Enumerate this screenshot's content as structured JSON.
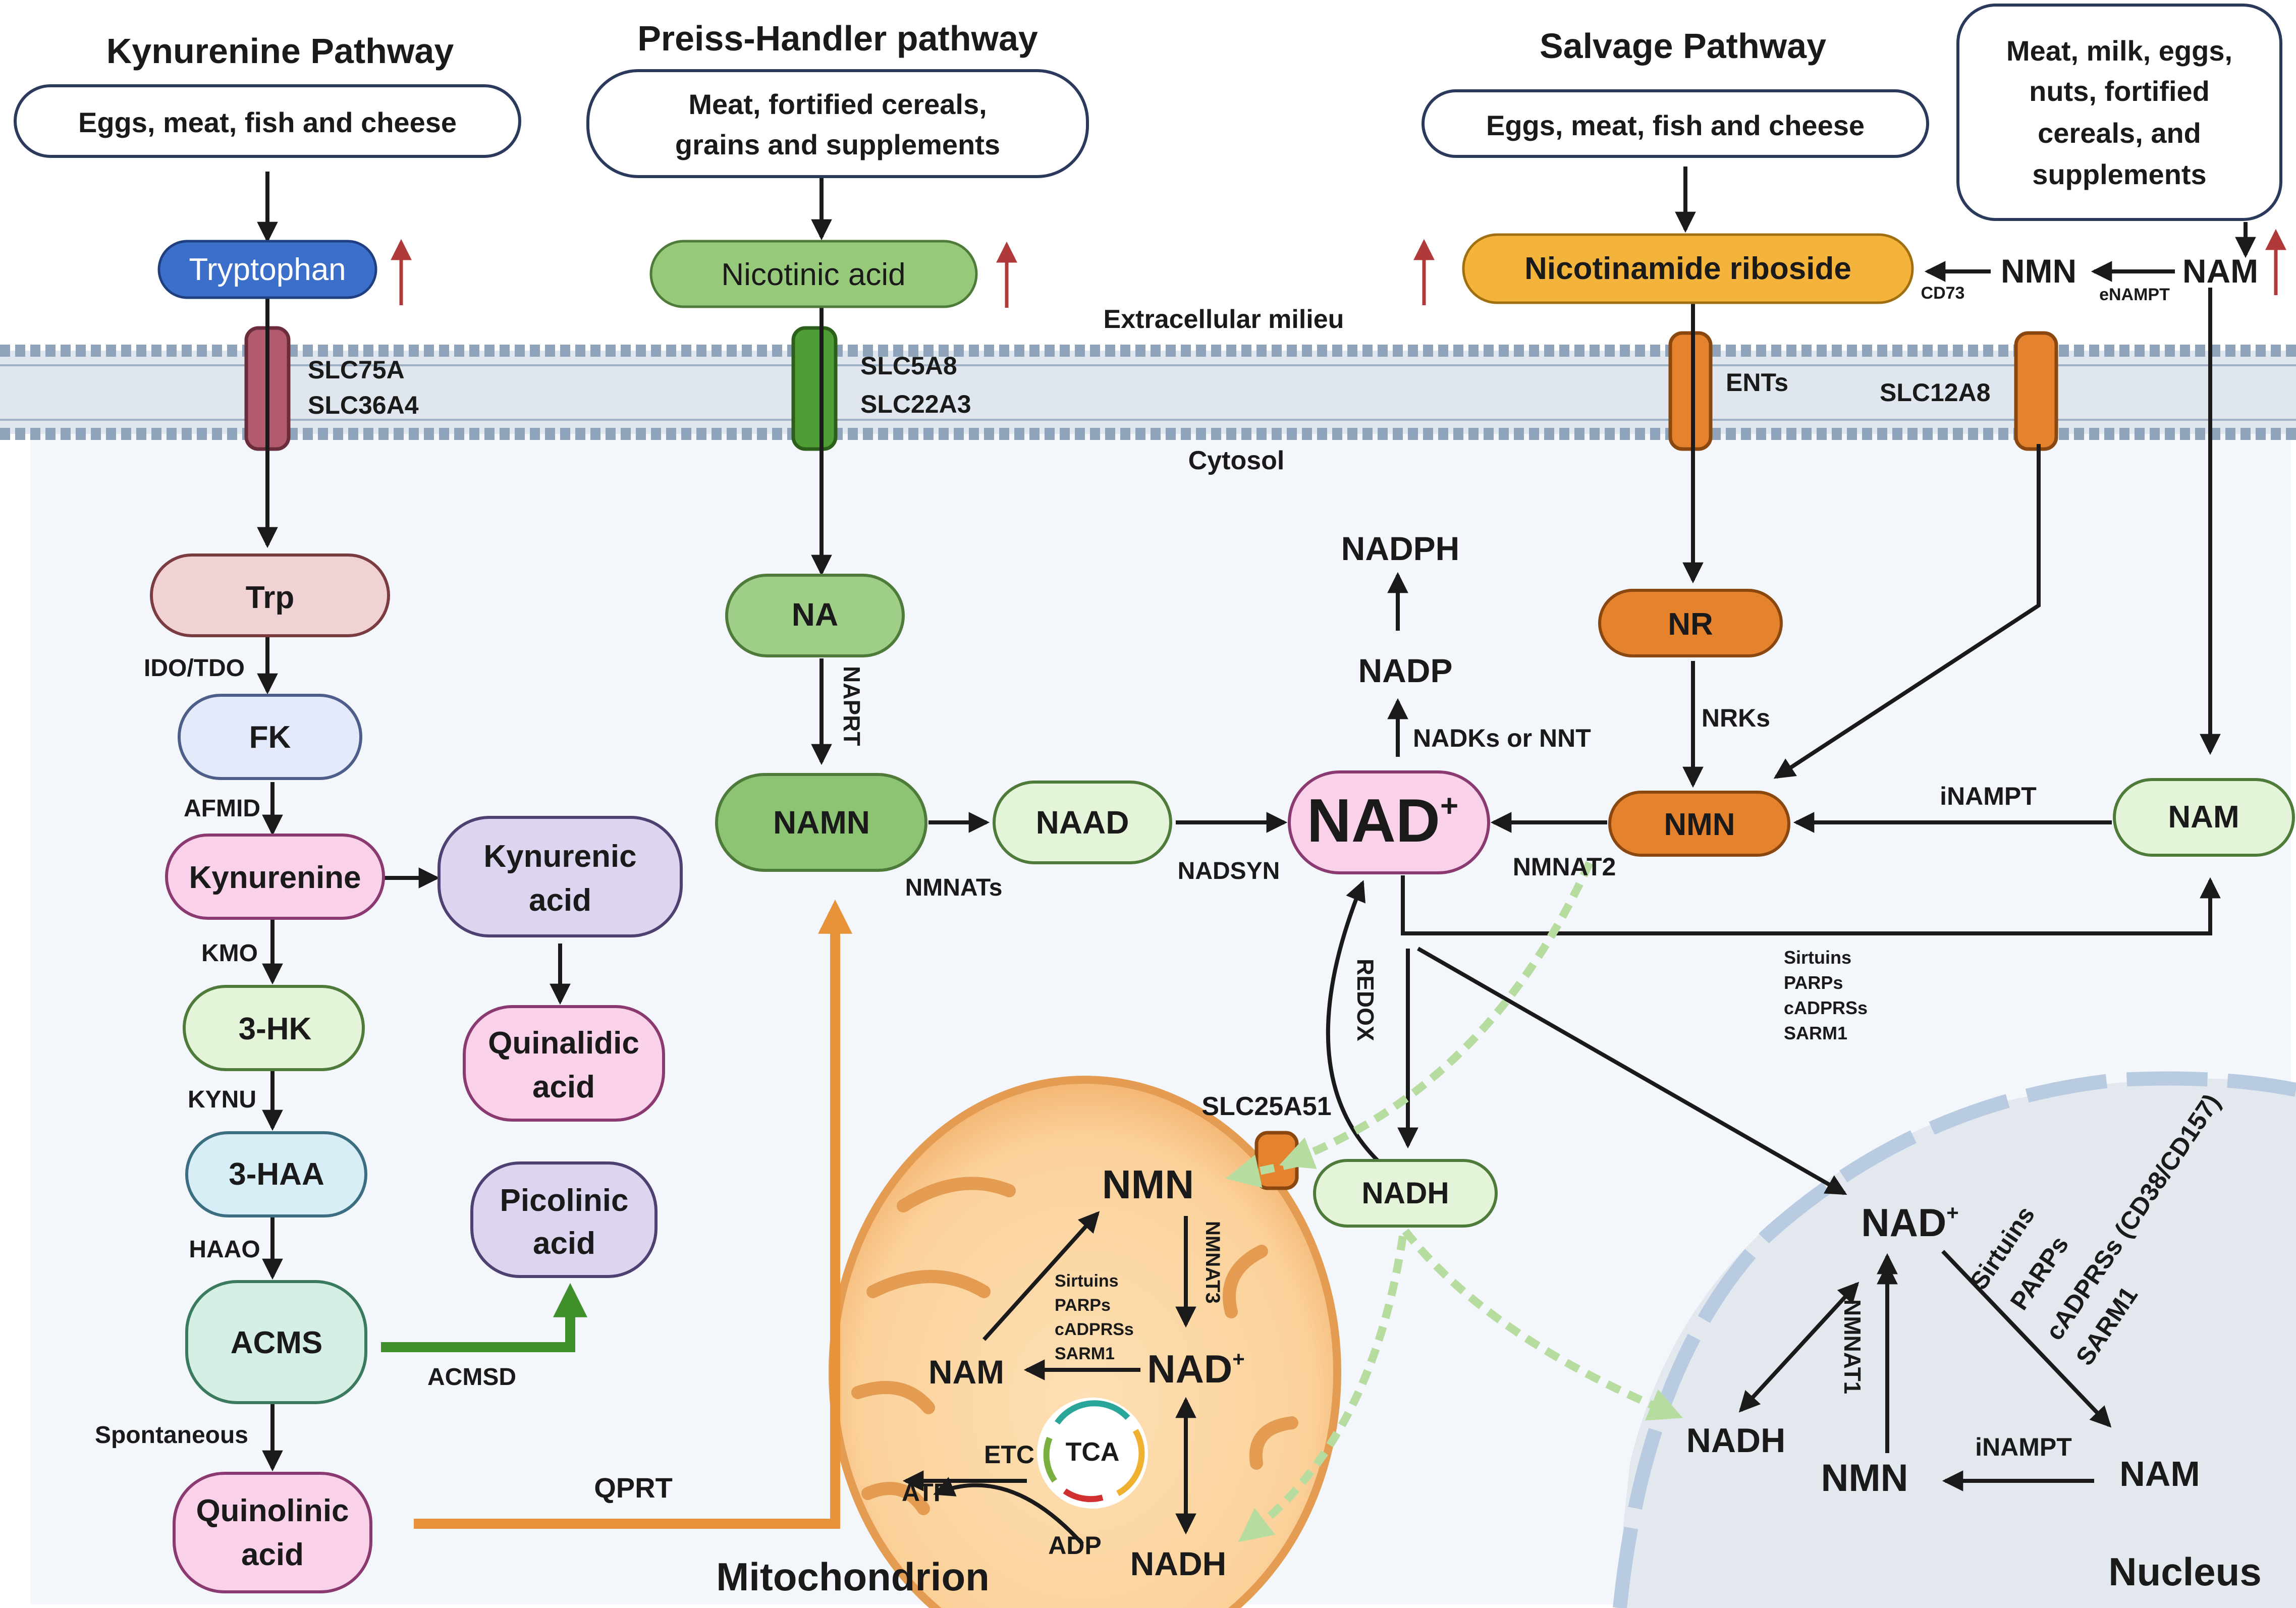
{
  "headers": {
    "kynurenine": "Kynurenine Pathway",
    "preiss": "Preiss-Handler pathway",
    "salvage": "Salvage Pathway"
  },
  "sources": {
    "kynurenine": "Eggs, meat, fish and cheese",
    "preiss_l1": "Meat, fortified cereals,",
    "preiss_l2": "grains and supplements",
    "salvage": "Eggs, meat, fish and cheese",
    "nam_l1": "Meat, milk, eggs,",
    "nam_l2": "nuts, fortified",
    "nam_l3": "cereals, and",
    "nam_l4": "supplements"
  },
  "extracellular": {
    "tryptophan": "Tryptophan",
    "nicotinic_acid": "Nicotinic acid",
    "nicotinamide_riboside": "Nicotinamide riboside",
    "nmn": "NMN",
    "nam": "NAM",
    "cd73": "CD73",
    "enampt": "eNAMPT"
  },
  "membrane": {
    "extracellular_label": "Extracellular milieu",
    "cytosol_label": "Cytosol",
    "slc75a": "SLC75A",
    "slc36a4": "SLC36A4",
    "slc5a8": "SLC5A8",
    "slc22a3": "SLC22A3",
    "ents": "ENTs",
    "slc12a8": "SLC12A8"
  },
  "kynurenine_path": {
    "trp": "Trp",
    "ido_tdo": "IDO/TDO",
    "fk": "FK",
    "afmid": "AFMID",
    "kynurenine": "Kynurenine",
    "kynurenic_l1": "Kynurenic",
    "kynurenic_l2": "acid",
    "kmo": "KMO",
    "hk3": "3-HK",
    "quinalidic_l1": "Quinalidic",
    "quinalidic_l2": "acid",
    "kynu": "KYNU",
    "haa3": "3-HAA",
    "picolinic_l1": "Picolinic",
    "picolinic_l2": "acid",
    "haao": "HAAO",
    "acms": "ACMS",
    "acmsd": "ACMSD",
    "spontaneous": "Spontaneous",
    "quinolinic_l1": "Quinolinic",
    "quinolinic_l2": "acid",
    "qprt": "QPRT"
  },
  "cytosol": {
    "na": "NA",
    "naprt": "NAPRT",
    "namn": "NAMN",
    "naad": "NAAD",
    "nmnats": "NMNATs",
    "nadsyn": "NADSYN",
    "nad": "NAD",
    "nad_sup": "+",
    "nadph": "NADPH",
    "nadp": "NADP",
    "nadks": "NADKs or NNT",
    "nr": "NR",
    "nrks": "NRKs",
    "nmn": "NMN",
    "nmnat2": "NMNAT2",
    "inampt": "iNAMPT",
    "nam": "NAM",
    "consumers": [
      "Sirtuins",
      "PARPs",
      "cADPRSs",
      "SARM1"
    ],
    "redox": "REDOX",
    "nadh": "NADH",
    "slc25a51": "SLC25A51"
  },
  "mitochondrion": {
    "label": "Mitochondrion",
    "nmn": "NMN",
    "nmnat3": "NMNAT3",
    "consumers": [
      "Sirtuins",
      "PARPs",
      "cADPRSs",
      "SARM1"
    ],
    "nam": "NAM",
    "nad": "NAD",
    "nad_sup": "+",
    "tca": "TCA",
    "etc": "ETC",
    "atp": "ATP",
    "adp": "ADP",
    "nadh": "NADH"
  },
  "nucleus": {
    "label": "Nucleus",
    "nad": "NAD",
    "nad_sup": "+",
    "consumers": [
      "Sirtuins",
      "PARPs",
      "cADPRSs (CD38/CD157)",
      "SARM1"
    ],
    "nmnat1": "NMNAT1",
    "nadh": "NADH",
    "nmn": "NMN",
    "inampt": "iNAMPT",
    "nam": "NAM"
  },
  "colors": {
    "tryptophan": "#3b6fc9",
    "nicotinic_acid": "#96c97a",
    "nicotinamide_riboside": "#f4b43c",
    "orange_node": "#e5822e",
    "qprt_arrow": "#e8923a",
    "acmsd_arrow": "#3f8f2a",
    "dashed_arrow": "#b7dca0",
    "red_arrow": "#b03a3a",
    "cytosol_bg": "#f3f6fa"
  }
}
